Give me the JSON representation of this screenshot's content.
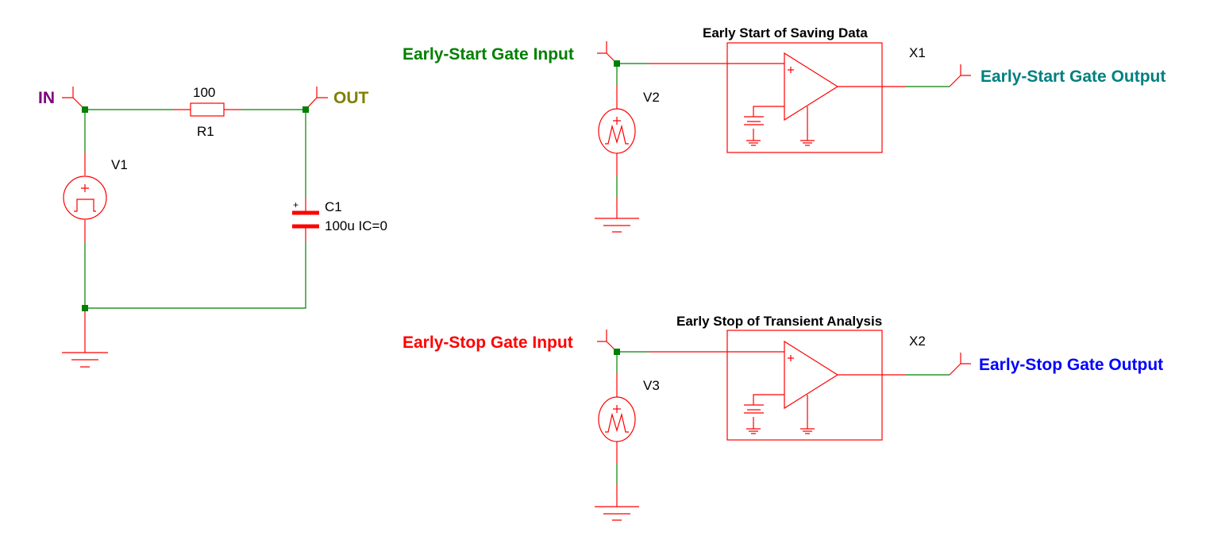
{
  "schematic": {
    "rc_circuit": {
      "in_label": "IN",
      "in_color": "#800080",
      "out_label": "OUT",
      "out_color": "#808000",
      "r1": {
        "name": "R1",
        "value": "100"
      },
      "c1": {
        "name": "C1",
        "value": "100u IC=0",
        "polarity": "+"
      },
      "v1": {
        "name": "V1",
        "waveform": "pulse",
        "polarity": "+"
      }
    },
    "early_start": {
      "title": "Early Start of Saving Data",
      "input_label": "Early-Start Gate Input",
      "input_color": "#008000",
      "output_label": "Early-Start Gate Output",
      "output_color": "#008080",
      "source": {
        "name": "V2",
        "waveform": "triangle-pulse",
        "polarity": "+"
      },
      "subckt": {
        "name": "X1",
        "polarity": "+"
      }
    },
    "early_stop": {
      "title": "Early Stop of Transient Analysis",
      "input_label": "Early-Stop Gate Input",
      "input_color": "#ff0000",
      "output_label": "Early-Stop Gate Output",
      "output_color": "#0000ff",
      "source": {
        "name": "V3",
        "waveform": "triangle-pulse",
        "polarity": "+"
      },
      "subckt": {
        "name": "X2",
        "polarity": "+"
      }
    },
    "colors": {
      "wire": "#008000",
      "component": "#ff0000",
      "junction": "#008000",
      "text": "#000000"
    }
  }
}
